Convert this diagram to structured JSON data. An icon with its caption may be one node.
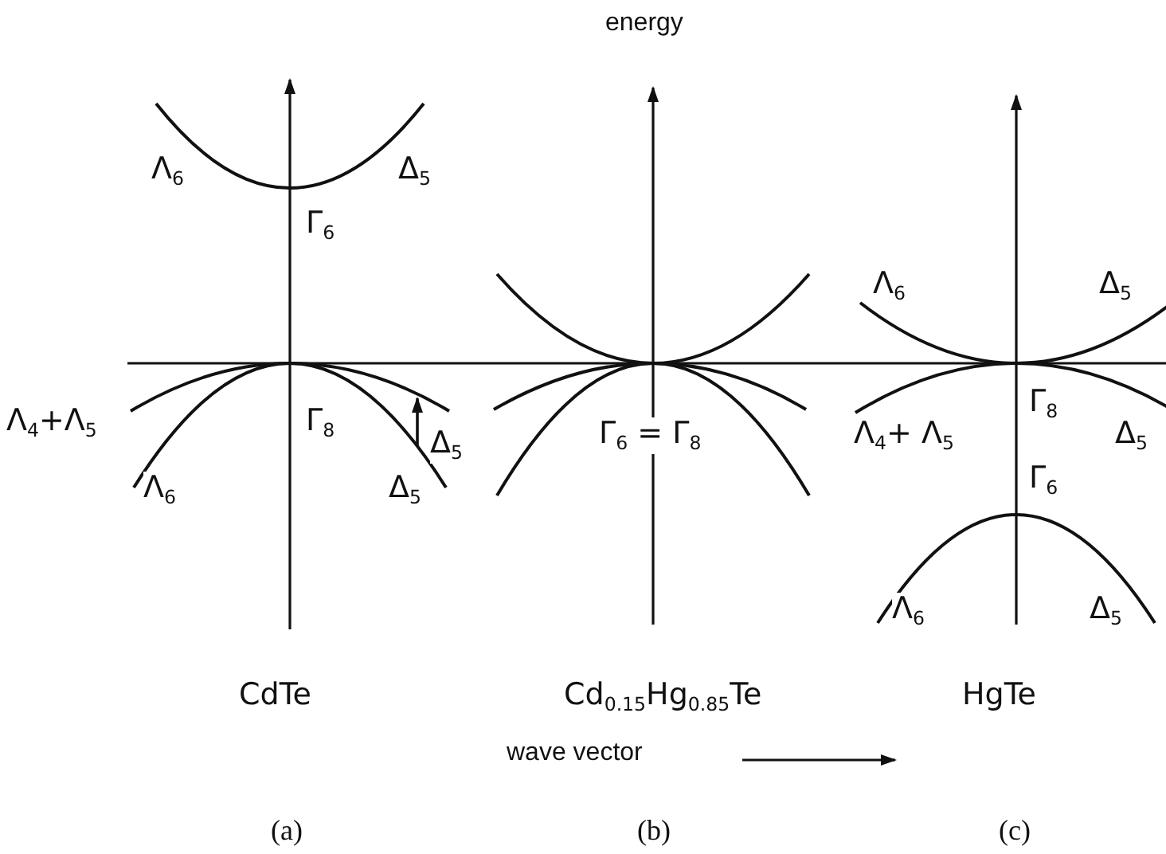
{
  "diagram": {
    "labels": [
      "energy",
      "Λ$_{6}$",
      "Δ$_{5}$",
      "Γ$_{6}$",
      "Λ$_{6}$",
      "Δ$_{5}$",
      "Λ$_{4}$+Λ$_{5}$",
      "Γ$_{8}$",
      "Δ$_{5}$",
      "Λ$_{6}$",
      "Δ$_{5}$",
      "Γ$_{6}$ = Γ$_{8}$",
      "Λ$_{4}$+ Λ$_{5}$",
      "Γ$_{8}$",
      "Δ$_{5}$",
      "Γ$_{6}$",
      "Λ$_{6}$",
      "Δ$_{5}$",
      "CdTe",
      "Cd$_{0.15}$Hg$_{0.85}$Te",
      "HgTe",
      "wave vector",
      "(a)",
      "(b)",
      "(c)"
    ]
  }
}
